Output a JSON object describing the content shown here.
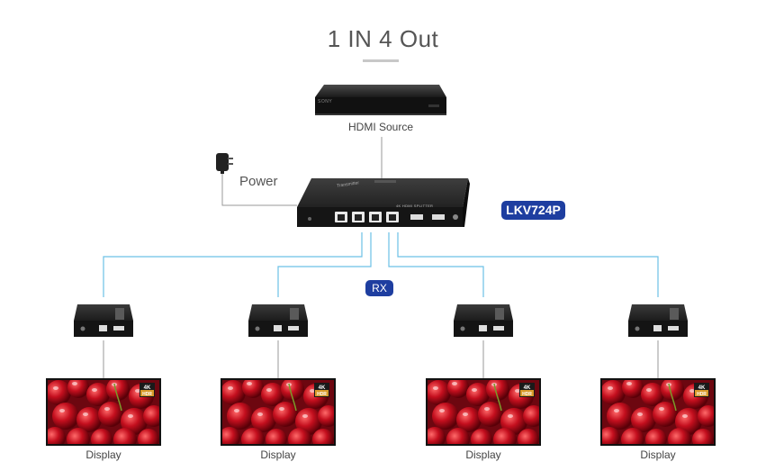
{
  "title": "1 IN 4 Out",
  "source": {
    "label": "HDMI Source",
    "brand": "SONY"
  },
  "power": {
    "label": "Power"
  },
  "transmitter": {
    "model": "LKV724P",
    "faceplate": "4K HDMI SPLITTER",
    "side_text": "Transmitter"
  },
  "rx": {
    "label": "RX"
  },
  "displays": [
    {
      "label": "Display",
      "badge_top": "4K",
      "badge_bottom": "HDR"
    },
    {
      "label": "Display",
      "badge_top": "4K",
      "badge_bottom": "HDR"
    },
    {
      "label": "Display",
      "badge_top": "4K",
      "badge_bottom": "HDR"
    },
    {
      "label": "Display",
      "badge_top": "4K",
      "badge_bottom": "HDR"
    }
  ],
  "colors": {
    "cable": "#6cc0e6",
    "wire": "#9a9a9a",
    "badge": "#1e3ea0"
  }
}
